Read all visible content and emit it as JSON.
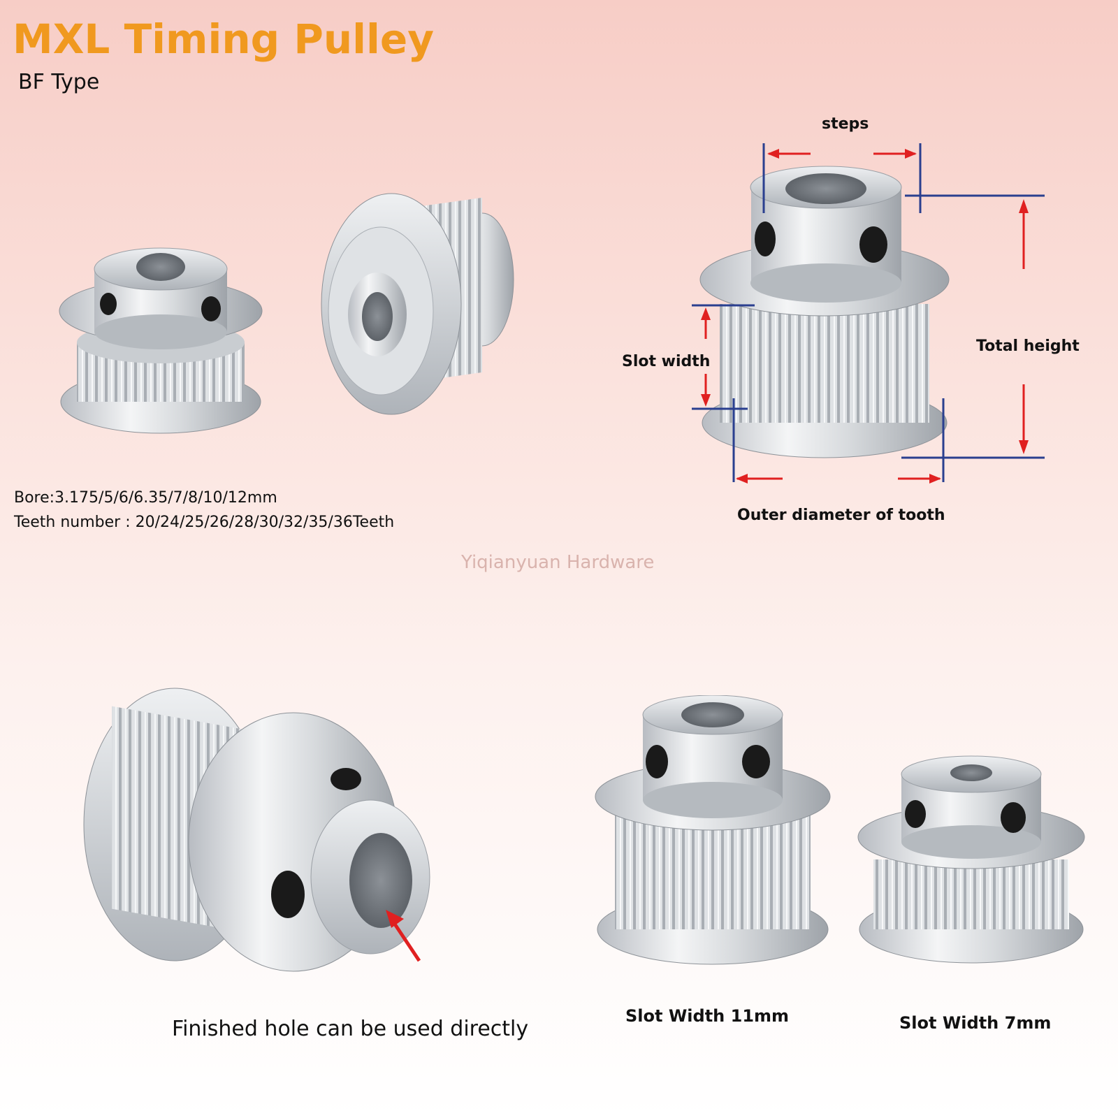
{
  "header": {
    "title": "MXL Timing Pulley",
    "subtitle": "BF Type"
  },
  "specs": {
    "bore": "Bore:3.175/5/6/6.35/7/8/10/12mm",
    "teeth": "Teeth number : 20/24/25/26/28/30/32/35/36Teeth"
  },
  "watermark": "Yiqianyuan Hardware",
  "diagram": {
    "steps": "steps",
    "slot_width": "Slot width",
    "total_height": "Total height",
    "outer_diameter": "Outer diameter of tooth"
  },
  "captions": {
    "finished_hole": "Finished hole can be used directly",
    "slot_11": "Slot Width 11mm",
    "slot_7": "Slot Width 7mm"
  },
  "colors": {
    "title": "#f0991f",
    "arrow_red": "#e02020",
    "dimension_blue": "#2a3f8f"
  }
}
